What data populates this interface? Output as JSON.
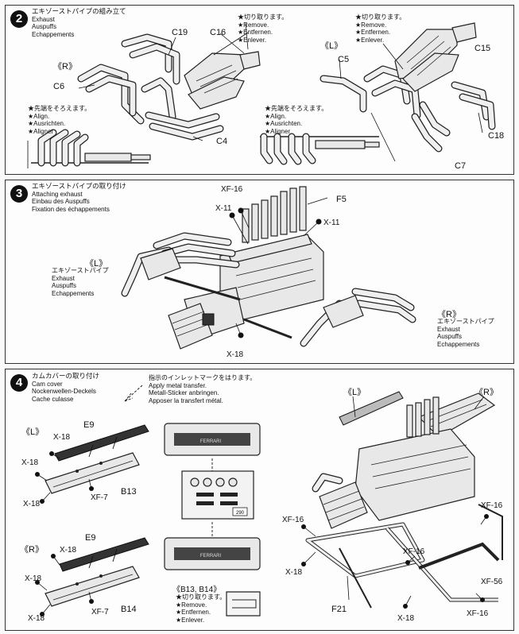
{
  "steps": [
    {
      "number": "2",
      "title_jp": "エキゾーストパイプの組み立て",
      "titles": [
        "Exhaust",
        "Auspuffs",
        "Echappements"
      ],
      "left_label": "《R》",
      "right_label": "《L》",
      "parts": {
        "c19": "C19",
        "c16": "C16",
        "c6": "C6",
        "c4": "C4",
        "c5": "C5",
        "c15": "C15",
        "c18": "C18",
        "c7": "C7"
      },
      "remove_note_a": [
        "★切り取ります。",
        "★Remove.",
        "★Entfernen.",
        "★Enlever."
      ],
      "remove_note_b": [
        "★切り取ります。",
        "★Remove.",
        "★Entfernen.",
        "★Enlever."
      ],
      "align_note_a": [
        "★先端をそろえます。",
        "★Align.",
        "★Ausrichten.",
        "★Aligner"
      ],
      "align_note_b": [
        "★先端をそろえます。",
        "★Align.",
        "★Ausrichten.",
        "★Aligner"
      ]
    },
    {
      "number": "3",
      "title_jp": "エキゾーストパイプの取り付け",
      "titles": [
        "Attaching exhaust",
        "Einbau des Auspuffs",
        "Fixation des échappements"
      ],
      "parts": {
        "xf16": "XF-16",
        "f5": "F5",
        "x11a": "X-11",
        "x11b": "X-11",
        "x18": "X-18"
      },
      "left_label": "《L》",
      "left_desc": [
        "エキゾーストパイプ",
        "Exhaust",
        "Auspuffs",
        "Echappements"
      ],
      "right_label": "《R》",
      "right_desc": [
        "エキゾーストパイプ",
        "Exhaust",
        "Auspuffs",
        "Echappements"
      ]
    },
    {
      "number": "4",
      "title_jp": "カムカバーの取り付け",
      "titles": [
        "Cam cover",
        "Nockenwellen-Deckels",
        "Cache culasse"
      ],
      "sticker_note": [
        "指示のインレットマークをはります。",
        "Apply metal transfer.",
        "Metall-Sticker anbringen.",
        "Apposer la transfert métal."
      ],
      "left_top_label": "《L》",
      "left_bottom_label": "《R》",
      "parts_top": {
        "e9": "E9",
        "x18a": "X-18",
        "x18b": "X-18",
        "x18c": "X-18",
        "b13": "B13",
        "xf7": "XF-7"
      },
      "parts_bottom": {
        "e9": "E9",
        "x18a": "X-18",
        "x18b": "X-18",
        "x18c": "X-18",
        "b14": "B14",
        "xf7": "XF-7"
      },
      "sheet_number": "290",
      "brand_text": "FERRARI",
      "cut_label": "《B13, B14》",
      "cut_note": [
        "★切り取ります。",
        "★Remove.",
        "★Entfernen.",
        "★Enlever."
      ],
      "right_label_l": "《L》",
      "right_label_r": "《R》",
      "parts_right": {
        "xf16a": "XF-16",
        "xf16b": "XF-16",
        "xf16c": "XF-16",
        "xf16d": "XF-16",
        "xf56": "XF-56",
        "x18a": "X-18",
        "x18b": "X-18",
        "f21": "F21"
      }
    }
  ],
  "colors": {
    "ink": "#111111",
    "paper": "#fdfdfd",
    "part_fill": "#e8e8e8"
  }
}
